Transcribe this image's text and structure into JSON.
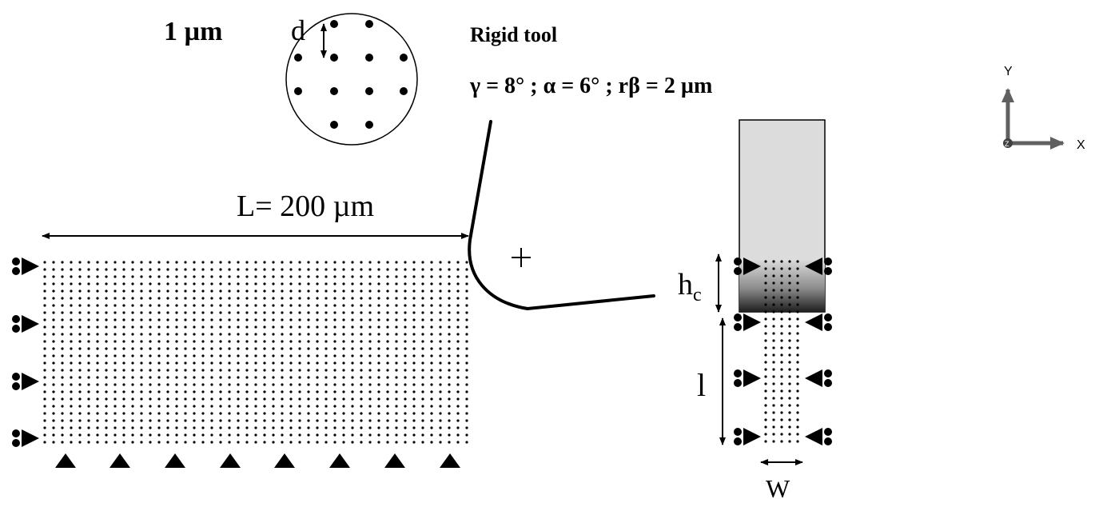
{
  "inset": {
    "scale_label": "1 µm",
    "spacing_symbol": "d"
  },
  "tool": {
    "title": "Rigid tool",
    "params": "γ = 8° ; α = 6° ; rβ = 2 µm"
  },
  "workpiece": {
    "length_label": "L= 200 µm"
  },
  "side_view": {
    "hc_symbol": "h",
    "hc_subscript": "c",
    "l_symbol": "l",
    "w_symbol": "W"
  },
  "axes": {
    "y_label": "Y",
    "x_label": "X",
    "z_label": "Z"
  },
  "colors": {
    "ink": "#000000",
    "tool_fill": "#dcdcdc",
    "axis_gray": "#606060"
  }
}
